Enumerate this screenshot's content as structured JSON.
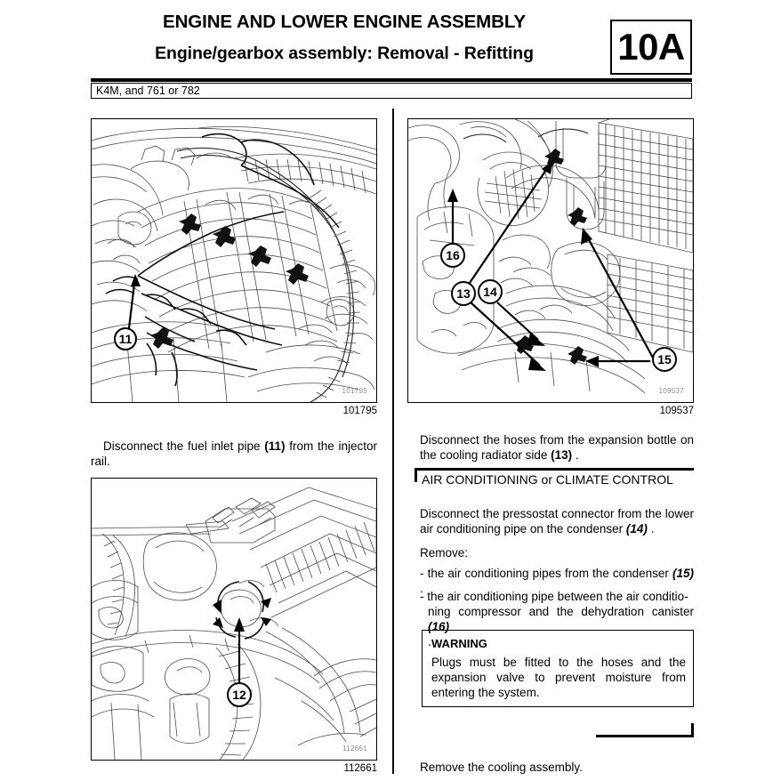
{
  "header": {
    "title_main": "ENGINE AND LOWER ENGINE ASSEMBLY",
    "title_sub": "Engine/gearbox assembly: Removal - Refitting",
    "chapter_code": "10A"
  },
  "variant_bar": {
    "text": "K4M, and 761 or 782"
  },
  "figures": [
    {
      "name": "engine-bay-injector-rail",
      "ref": "101795",
      "caption": "101795",
      "callouts": [
        "11"
      ]
    },
    {
      "name": "cooling-radiator-condenser",
      "ref": "109537",
      "caption": "109537",
      "callouts": [
        "16",
        "13",
        "14",
        "15"
      ]
    },
    {
      "name": "lower-engine-hose-connector",
      "ref": "112661",
      "caption": "112661",
      "callouts": [
        "12"
      ]
    }
  ],
  "left_column": {
    "step_1_pre": "Disconnect the fuel inlet pipe ",
    "step_1_bold": "(11)",
    "step_1_post": " from the injector rail."
  },
  "right_column": {
    "step_1_pre": "Disconnect the hoses from the expansion bottle on the cooling radiator side ",
    "step_1_bold": "(13)",
    "step_1_post": " .",
    "ac_heading": "AIR CONDITIONING or CLIMATE CONTROL",
    "ac_step_1_pre": "Disconnect the pressostat connector from the lower air conditioning pipe on the condenser ",
    "ac_step_1_italic": "(14)",
    "ac_step_1_post": " .",
    "ac_remove_label": "Remove:",
    "ac_bullet_1_pre": "- the air conditioning pipes from the condenser ",
    "ac_bullet_1_italic": "(15)",
    "ac_bullet_1_post": " .",
    "ac_bullet_2_line1": "- the air conditioning pipe between the air conditio-",
    "ac_bullet_2_line2_pre": "ning compressor and the dehydration canister ",
    "ac_bullet_2_italic": "(16)",
    "ac_bullet_2_line3": ".",
    "warning": {
      "title": "WARNING",
      "text": "Plugs must be fitted to the hoses and the expansion valve to prevent moisture from entering the system."
    },
    "closing_step": "Remove the cooling assembly."
  },
  "colors": {
    "ink": "#000000",
    "paper": "#ffffff",
    "line_art": "#4a4a4a"
  }
}
